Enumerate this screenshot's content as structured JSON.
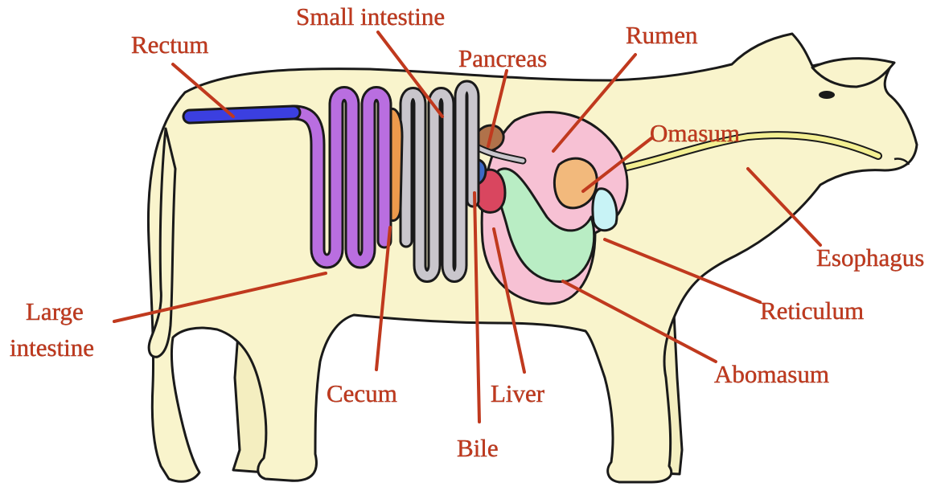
{
  "diagram": {
    "labels": {
      "rectum": "Rectum",
      "small_intestine": "Small intestine",
      "pancreas": "Pancreas",
      "rumen": "Rumen",
      "omasum": "Omasum",
      "esophagus": "Esophagus",
      "reticulum": "Reticulum",
      "abomasum": "Abomasum",
      "large_intestine_line1": "Large",
      "large_intestine_line2": "intestine",
      "cecum": "Cecum",
      "liver": "Liver",
      "bile": "Bile"
    }
  },
  "colors": {
    "body": "#f9f4cc",
    "label": "#c0391e",
    "large_intestine": "#b96ee0",
    "rectum": "#3b3fe0",
    "small_intestine": "#c9c6cc",
    "cecum": "#ec9a4c",
    "rumen": "#f7c1d4",
    "abomasum": "#b9edc4",
    "reticulum": "#c8f3f6",
    "omasum": "#f2b97c",
    "liver": "#d9465f",
    "pancreas": "#b0724a",
    "bile": "#3d69c4",
    "esophagus": "#f3ef92"
  }
}
